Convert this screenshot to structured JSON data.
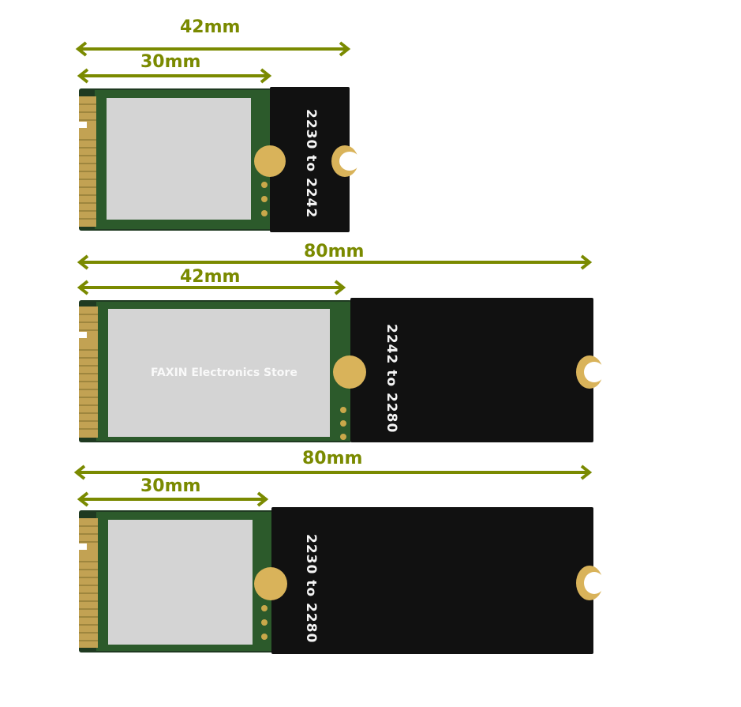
{
  "dimensions": {
    "top_total": "42mm",
    "top_inner": "30mm",
    "mid_total": "80mm",
    "mid_inner": "42mm",
    "bottom_total": "80mm",
    "bottom_inner": "30mm"
  },
  "adapters": {
    "top": "2230 to 2242",
    "mid": "2242 to 2280",
    "bottom": "2230 to 2280"
  },
  "watermark": "FAXIN  Electronics Store",
  "colors": {
    "dimension": "#7a8a00",
    "pcb": "#1f3a21",
    "adapter": "#111111",
    "chip": "#d4d4d4",
    "gold": "#d9b35a"
  }
}
